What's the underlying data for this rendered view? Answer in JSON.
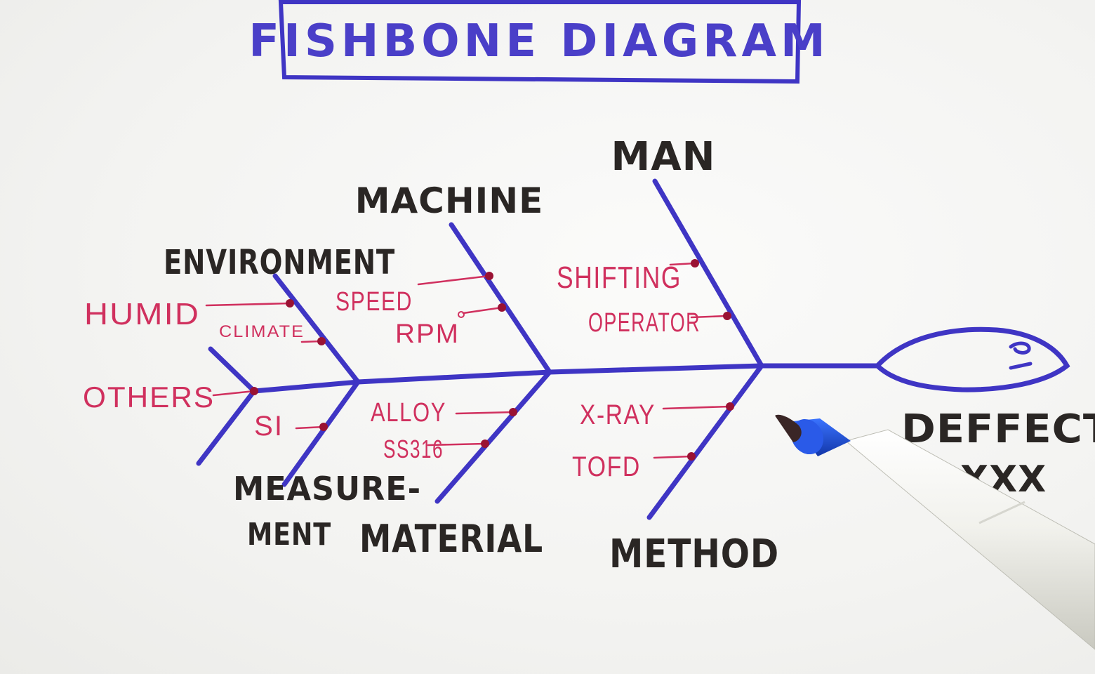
{
  "title": "FISHBONE DIAGRAM",
  "effect": {
    "line1": "DEFFECT",
    "line2": "XXX"
  },
  "categories": {
    "man": "MAN",
    "machine": "MACHINE",
    "environment": "ENVIRONMENT",
    "measurement_line1": "MEASURE-",
    "measurement_line2": "MENT",
    "material": "MATERIAL",
    "method": "METHOD"
  },
  "causes": {
    "shifting": "SHIFTING",
    "operator": "OPERATOR",
    "speed": "SPEED",
    "rpm": "RPM",
    "humid": "HUMID",
    "climate": "CLIMATE",
    "others": "OTHERS",
    "si": "SI",
    "alloy": "ALLOY",
    "ss316": "SS316",
    "xray": "X-RAY",
    "tofd": "TOFD"
  },
  "colors": {
    "bones": "#3f35c4",
    "causes": "#d0305e",
    "labels": "#2a2624",
    "marker_cap": "#1f4fd0"
  }
}
